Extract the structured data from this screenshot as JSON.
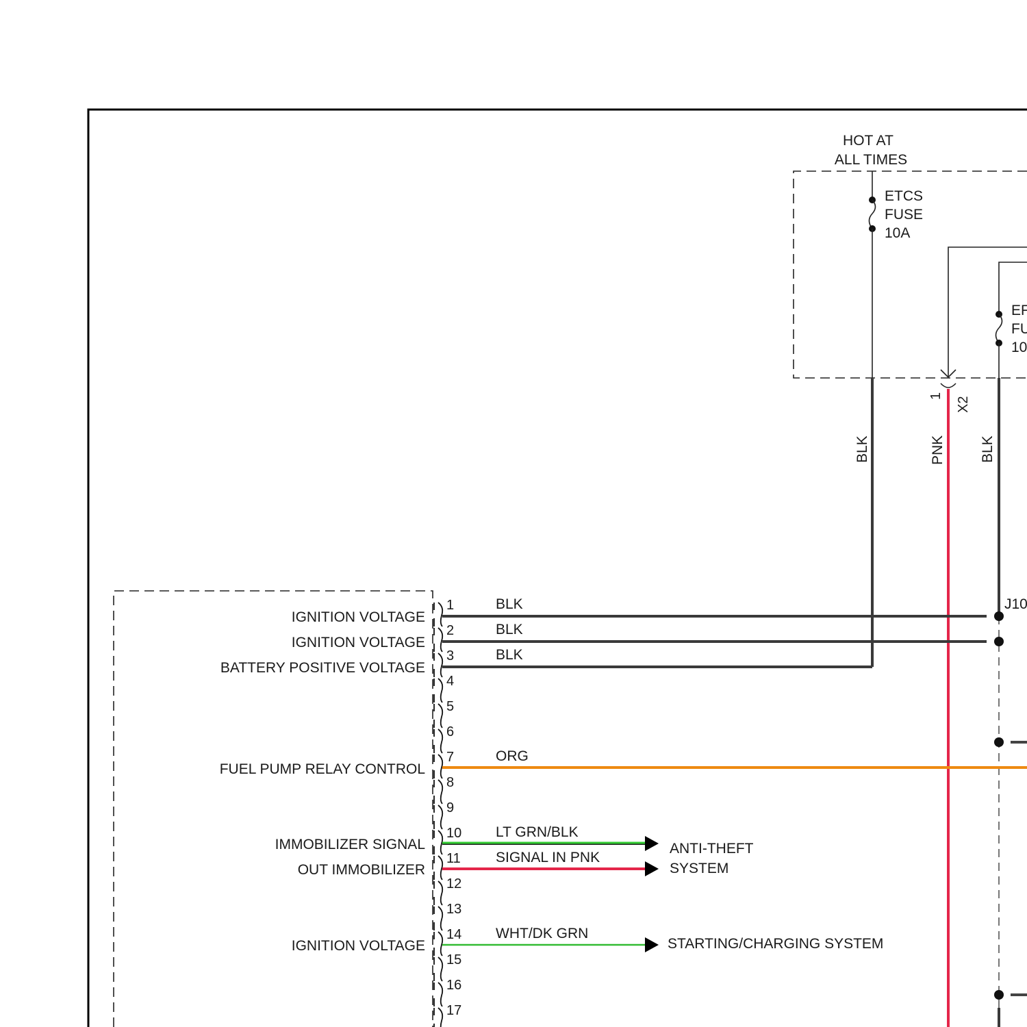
{
  "hot_label": [
    "HOT AT",
    "ALL TIMES"
  ],
  "fuse_etcs": [
    "ETCS",
    "FUSE",
    "10A"
  ],
  "fuse_efi_partial": [
    "EF",
    "FU",
    "10"
  ],
  "connector": {
    "pin": "1",
    "name": "X2"
  },
  "splice": "J10",
  "vertical_wires": [
    "BLK",
    "PNK",
    "BLK"
  ],
  "pins": [
    {
      "num": "1",
      "label": "IGNITION VOLTAGE",
      "wire": "BLK"
    },
    {
      "num": "2",
      "label": "IGNITION VOLTAGE",
      "wire": "BLK"
    },
    {
      "num": "3",
      "label": "BATTERY POSITIVE VOLTAGE",
      "wire": "BLK"
    },
    {
      "num": "4",
      "label": "",
      "wire": ""
    },
    {
      "num": "5",
      "label": "",
      "wire": ""
    },
    {
      "num": "6",
      "label": "",
      "wire": ""
    },
    {
      "num": "7",
      "label": "FUEL PUMP RELAY CONTROL",
      "wire": "ORG"
    },
    {
      "num": "8",
      "label": "",
      "wire": ""
    },
    {
      "num": "9",
      "label": "",
      "wire": ""
    },
    {
      "num": "10",
      "label": "IMMOBILIZER SIGNAL",
      "wire": "LT GRN/BLK"
    },
    {
      "num": "11",
      "label": "OUT IMMOBILIZER",
      "wire": "SIGNAL IN PNK"
    },
    {
      "num": "12",
      "label": "",
      "wire": ""
    },
    {
      "num": "13",
      "label": "",
      "wire": ""
    },
    {
      "num": "14",
      "label": "IGNITION VOLTAGE",
      "wire": "WHT/DK GRN"
    },
    {
      "num": "15",
      "label": "",
      "wire": ""
    },
    {
      "num": "16",
      "label": "",
      "wire": ""
    },
    {
      "num": "17",
      "label": "",
      "wire": ""
    }
  ],
  "destinations": {
    "anti_theft": [
      "ANTI-THEFT",
      "SYSTEM"
    ],
    "starting": "STARTING/CHARGING SYSTEM"
  },
  "wire_colors": {
    "BLK": "#3a3a3a",
    "PNK": "#e4264a",
    "ORG": "#ee8a12",
    "LT GRN/BLK": "#33cc33",
    "WHT/DK GRN": "#33bb33"
  }
}
